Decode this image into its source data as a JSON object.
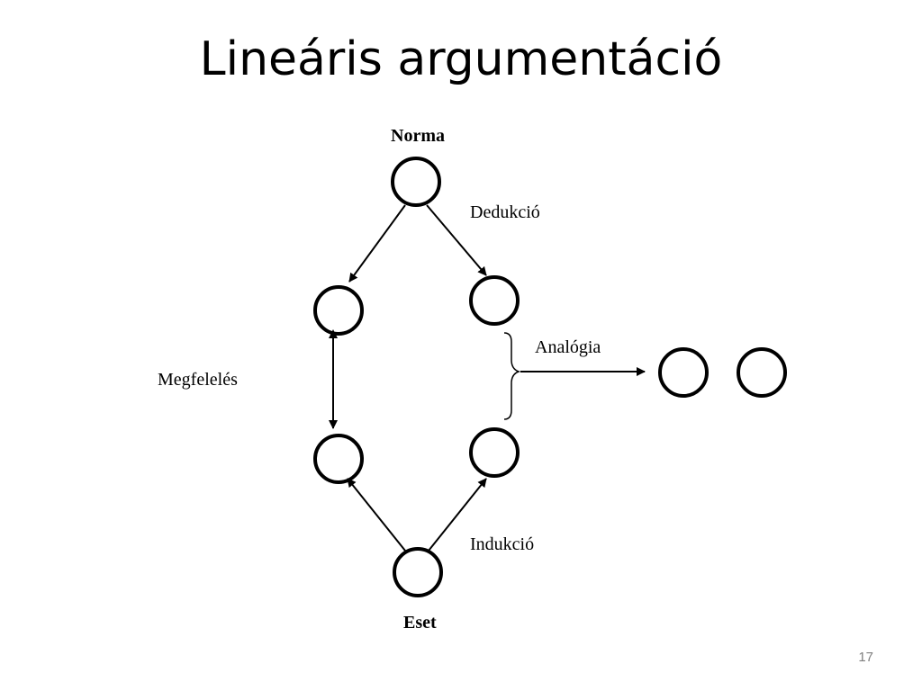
{
  "slide": {
    "title": "Lineáris argumentáció",
    "page_number": "17"
  },
  "diagram": {
    "labels": {
      "norma": "Norma",
      "dedukcio": "Dedukció",
      "megfeleles": "Megfelelés",
      "analogia": "Analógia",
      "indukcio": "Indukció",
      "eset": "Eset"
    }
  }
}
